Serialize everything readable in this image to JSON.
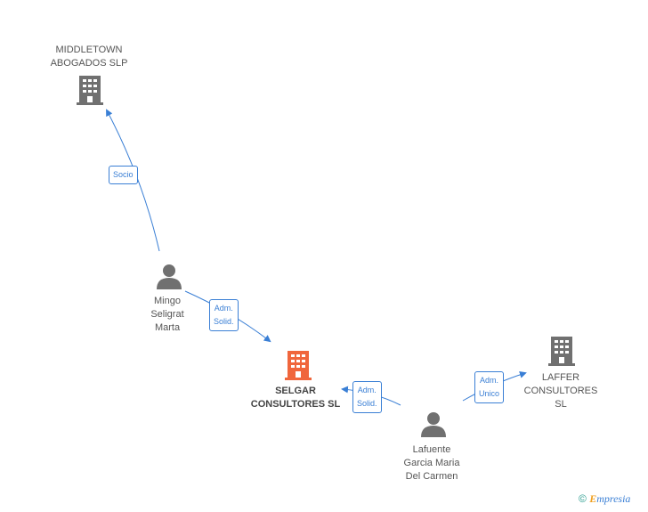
{
  "colors": {
    "edge": "#3a7fd5",
    "company": "#707070",
    "main_company": "#f0663c",
    "person": "#707070"
  },
  "nodes": {
    "middletown": {
      "label_line1": "MIDDLETOWN",
      "label_line2": "ABOGADOS SLP",
      "icon": "building-icon"
    },
    "selgar": {
      "label_line1": "SELGAR",
      "label_line2": "CONSULTORES SL",
      "icon": "building-icon"
    },
    "laffer": {
      "label_line1": "LAFFER",
      "label_line2": "CONSULTORES",
      "label_line3": "SL",
      "icon": "building-icon"
    },
    "mingo": {
      "label_line1": "Mingo",
      "label_line2": "Seligrat",
      "label_line3": "Marta",
      "icon": "person-icon"
    },
    "lafuente": {
      "label_line1": "Lafuente",
      "label_line2": "Garcia Maria",
      "label_line3": "Del Carmen",
      "icon": "person-icon"
    }
  },
  "edges": {
    "socio": {
      "line1": "Socio"
    },
    "adm_solid_1": {
      "line1": "Adm.",
      "line2": "Solid."
    },
    "adm_solid_2": {
      "line1": "Adm.",
      "line2": "Solid."
    },
    "adm_unico": {
      "line1": "Adm.",
      "line2": "Unico"
    }
  },
  "footer": {
    "copyright": "©",
    "brand_initial": "E",
    "brand_rest": "mpresia"
  }
}
